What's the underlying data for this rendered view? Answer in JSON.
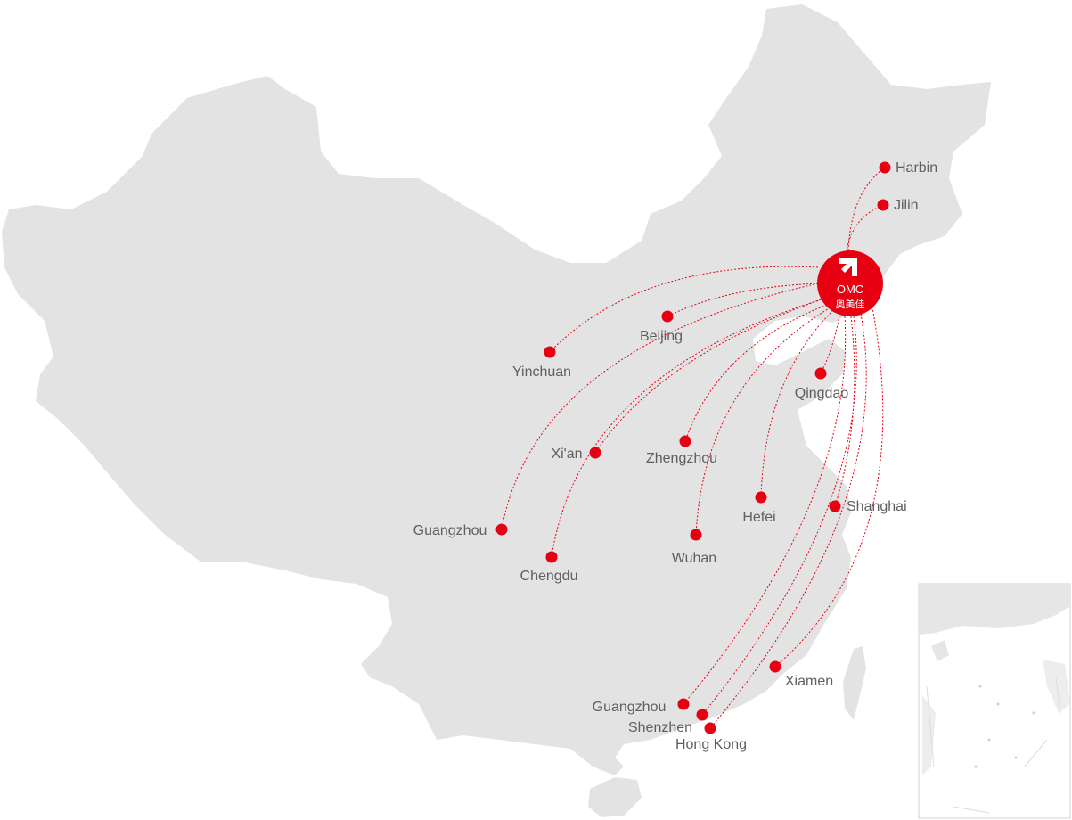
{
  "hub": {
    "logo_text": "OMC",
    "logo_cn": "奥美佳",
    "color": "#e60012"
  },
  "colors": {
    "land": "#e3e3e3",
    "route": "#e60012",
    "marker": "#e60012",
    "label": "#5f5f5f",
    "inset_border": "#d0d0d0"
  },
  "cities": [
    {
      "id": "harbin",
      "name": "Harbin"
    },
    {
      "id": "jilin",
      "name": "Jilin"
    },
    {
      "id": "beijing",
      "name": "Beijing"
    },
    {
      "id": "yinchuan",
      "name": "Yinchuan"
    },
    {
      "id": "qingdao",
      "name": "Qingdao"
    },
    {
      "id": "xian",
      "name": "Xi'an"
    },
    {
      "id": "zhengzhou",
      "name": "Zhengzhou"
    },
    {
      "id": "hefei",
      "name": "Hefei"
    },
    {
      "id": "shanghai",
      "name": "Shanghai"
    },
    {
      "id": "guangzhou-west",
      "name": "Guangzhou"
    },
    {
      "id": "chengdu",
      "name": "Chengdu"
    },
    {
      "id": "wuhan",
      "name": "Wuhan"
    },
    {
      "id": "xiamen",
      "name": "Xiamen"
    },
    {
      "id": "guangzhou-south",
      "name": "Guangzhou"
    },
    {
      "id": "shenzhen",
      "name": "Shenzhen"
    },
    {
      "id": "hongkong",
      "name": "Hong Kong"
    }
  ]
}
